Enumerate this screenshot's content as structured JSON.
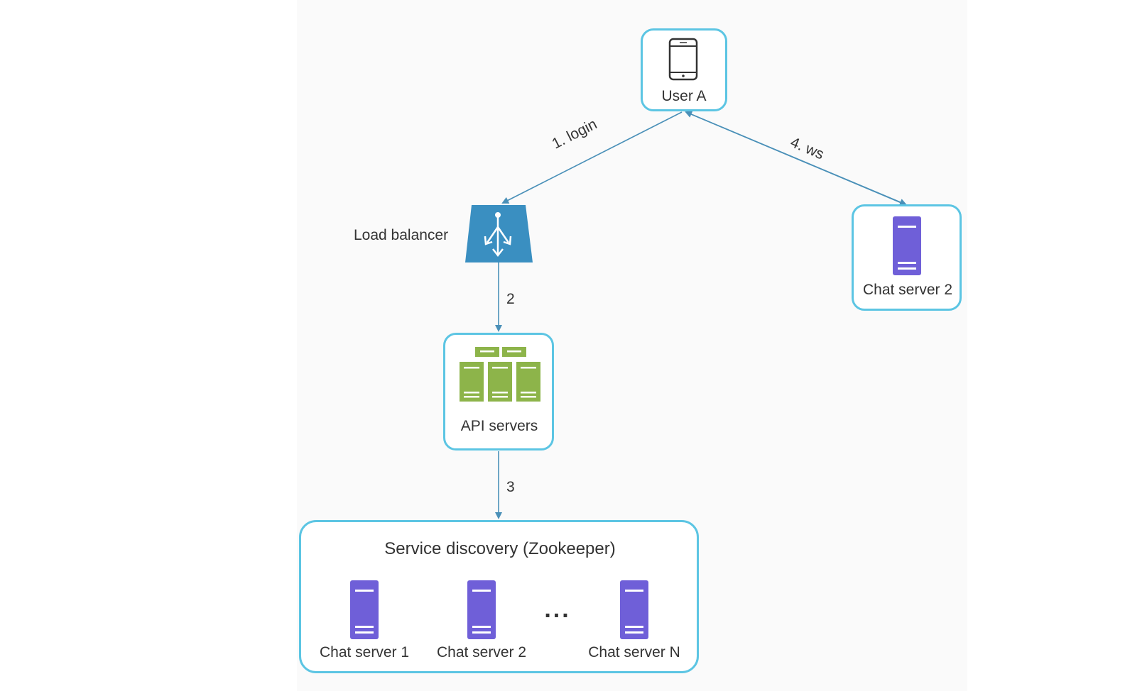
{
  "nodes": {
    "user_a": {
      "label": "User A"
    },
    "load_balancer": {
      "label": "Load balancer"
    },
    "api_servers": {
      "label": "API servers"
    },
    "chat_server_top": {
      "label": "Chat server 2"
    },
    "service_discovery": {
      "title": "Service discovery (Zookeeper)",
      "servers": [
        "Chat server 1",
        "Chat server 2",
        "Chat server N"
      ],
      "ellipsis": "..."
    }
  },
  "edges": {
    "login": "1. login",
    "lb_to_api": "2",
    "api_to_sd": "3",
    "ws": "4. ws"
  },
  "colors": {
    "node_border": "#5cc5e3",
    "arrow": "#4a90b8",
    "load_balancer": "#3a8fc1",
    "chat_server": "#6f5fd8",
    "api_server": "#8db44a"
  }
}
